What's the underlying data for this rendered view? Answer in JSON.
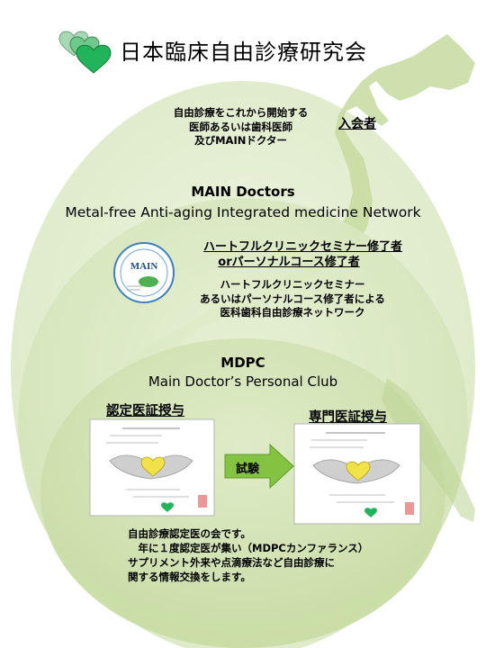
{
  "title": "日本臨床自由診療研究会",
  "entry": {
    "description": [
      "自由診療をこれから開始する",
      "医師あるいは歯科医師",
      "及びMAINドクター"
    ],
    "label": "入会者"
  },
  "main": {
    "title": "MAIN Doctors",
    "subtitle": "Metal-free Anti-aging Integrated medicine Network",
    "requirement": [
      "ハートフルクリニックセミナー修了者",
      "orパーソナルコース修了者"
    ],
    "description": [
      "ハートフルクリニックセミナー",
      "あるいはパーソナルコース修了者による",
      "医科歯科自由診療ネットワーク"
    ],
    "logo_text": "MAIN"
  },
  "mdpc": {
    "title": "MDPC",
    "subtitle": "Main Doctor’s Personal Club",
    "cert1_label": "認定医証授与",
    "cert2_label": "専門医証授与",
    "exam_label": "試験",
    "description": [
      "自由診療認定医の会です。",
      "　年に１度認定医が集い（MDPCカンファランス）",
      "サプリメント外来や点滴療法など自由診療に",
      "関する情報交換をします。"
    ]
  },
  "colors": {
    "outer_circle": "#e8f1d6",
    "middle_circle": "#dbe9c2",
    "inner_circle": "#cfe1b0",
    "map": "#c3d89e",
    "heart": "#2fb86a",
    "arrow": "#7fbf3a"
  }
}
